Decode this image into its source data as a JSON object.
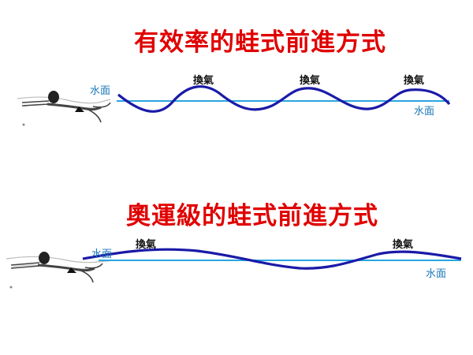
{
  "top": {
    "title": "有效率的蛙式前進方式",
    "water_label_left": "水面",
    "water_label_right": "水面",
    "breath_labels": [
      "換氣",
      "換氣",
      "換氣"
    ]
  },
  "bottom": {
    "title": "奧運級的蛙式前進方式",
    "water_label_left": "水面",
    "water_label_right": "水面",
    "breath_labels": [
      "換氣",
      "換氣"
    ]
  },
  "colors": {
    "title": "#e00000",
    "water_line": "#2aa6e0",
    "wave": "#1a1aa8"
  }
}
